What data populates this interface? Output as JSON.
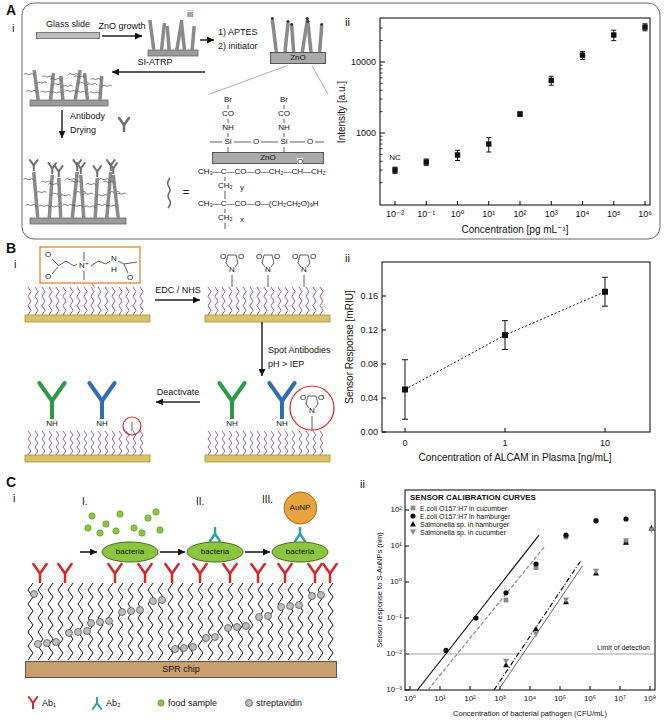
{
  "diagram": {
    "nodes": [
      {
        "text": [
          "Glass slide"
        ]
      },
      {
        "text": [
          "ZnO"
        ]
      },
      {
        "text": [
          "ZnO"
        ]
      },
      {
        "text": [
          "AuNP"
        ]
      },
      {
        "text": [
          "bacteria"
        ]
      },
      {
        "text": [
          "bacteria"
        ]
      },
      {
        "text": [
          "bacteria"
        ]
      },
      {
        "text": [
          "SPR chip"
        ]
      }
    ],
    "edges": [
      {
        "from": 4,
        "to": 5,
        "arrow": "to"
      },
      {
        "from": 5,
        "to": 6,
        "arrow": "to"
      }
    ],
    "labels": [
      "A",
      "i",
      "iii",
      "ZnO growth",
      "1) APTES",
      "2) initiator",
      "SI-ATRP",
      "Br",
      "Br",
      "CO",
      "CO",
      "NH",
      "NH",
      "Si",
      "O",
      "Si",
      "O",
      "Antibody",
      "Drying",
      "=",
      "CH₃—C—CO—O—CH₂—CH—CH₂",
      "O",
      "CH₂",
      "y",
      "CH₃—C—CO—O—(CH₂CH₂O)₉H",
      "CH₂",
      "x",
      "ii",
      "Intensity [a.u.]",
      "1000",
      "10000",
      "NC",
      "10⁻²",
      "10⁻¹",
      "10⁰",
      "10¹",
      "10²",
      "10³",
      "10⁴",
      "10⁵",
      "10⁶",
      "Concentration [pg mL⁻¹]",
      "B",
      "i",
      "EDC / NHS",
      "Spot Antibodies",
      "pH > IEP",
      "Deactivate",
      "O",
      "O",
      "N⁺",
      "N",
      "H",
      "O",
      "O",
      "O",
      "N",
      "O",
      "O",
      "N",
      "O",
      "O",
      "N",
      "O",
      "O",
      "N",
      "NH",
      "NH",
      "NH",
      "NH",
      "ii",
      "Sensor Response [mRIU]",
      "0.00",
      "0.04",
      "0.08",
      "0.12",
      "0.16",
      "0",
      "1",
      "10",
      "Concentration of ALCAM in Plasma [ng/mL]",
      "C",
      "i",
      "I.",
      "II.",
      "III.",
      "ii",
      "SENSOR CALIBRATION CURVES",
      "Sensor response to S-AuNPs (nm)",
      "10⁻³",
      "10⁻²",
      "10⁻¹",
      "10⁰",
      "10¹",
      "10²",
      "10⁰",
      "10¹",
      "10²",
      "10³",
      "10⁴",
      "10⁵",
      "10⁶",
      "10⁷",
      "10⁸",
      "Concentration of bacterial pathogen (CFU/mL)",
      "Limit of detection"
    ],
    "legend": [
      {
        "text": "Ab₁"
      },
      {
        "text": "Ab₂"
      },
      {
        "text": "food sample"
      },
      {
        "text": "streptavidin"
      },
      {
        "text": "E.coli O157:H7 in cucumber"
      },
      {
        "text": "E.coli O157:H7 in hamburger"
      },
      {
        "text": "Salmonella sp. in hamburger"
      },
      {
        "text": "Salmonella sp. in cucumber"
      }
    ]
  }
}
